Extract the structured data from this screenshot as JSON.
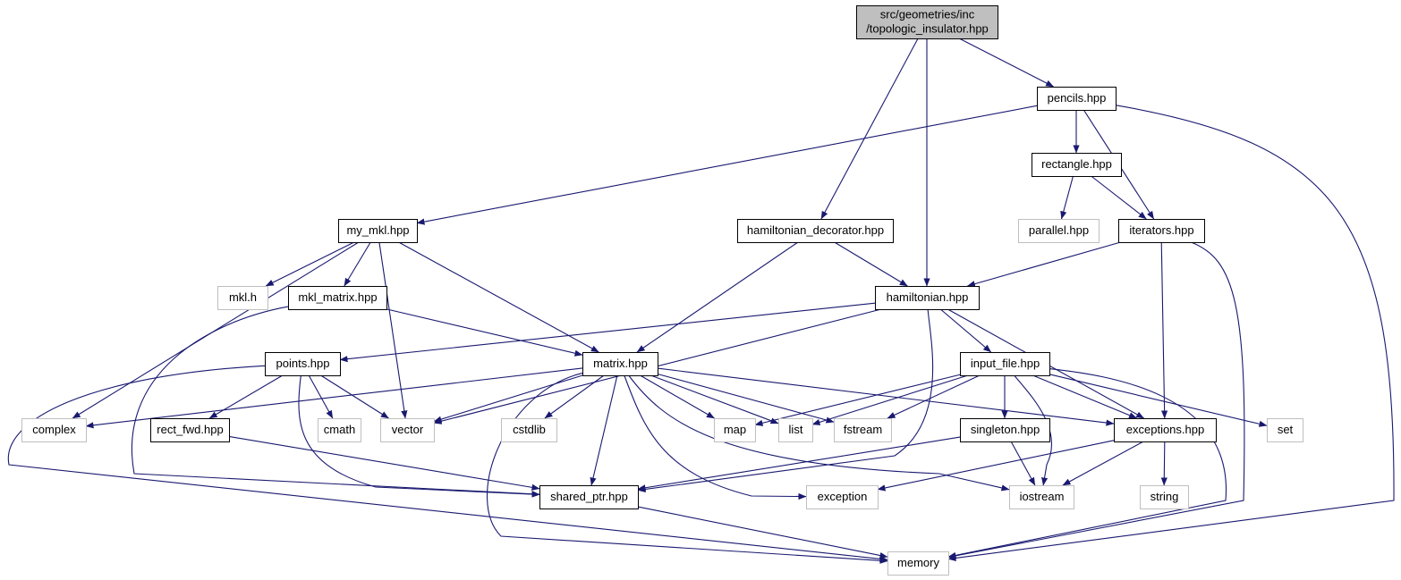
{
  "colors": {
    "edge": "#191970",
    "root_fill": "#bfbfbf",
    "border_main": "#000000",
    "border_external": "#bfbfbf",
    "text": "#000000",
    "background": "#ffffff"
  },
  "nodes": [
    {
      "id": "root",
      "lines": [
        "src/geometries/inc",
        "/topologic_insulator.hpp"
      ],
      "kind": "root"
    },
    {
      "id": "pencils",
      "lines": [
        "pencils.hpp"
      ],
      "kind": "main"
    },
    {
      "id": "rectangle",
      "lines": [
        "rectangle.hpp"
      ],
      "kind": "main"
    },
    {
      "id": "parallel",
      "lines": [
        "parallel.hpp"
      ],
      "kind": "external"
    },
    {
      "id": "iterators",
      "lines": [
        "iterators.hpp"
      ],
      "kind": "main"
    },
    {
      "id": "my_mkl",
      "lines": [
        "my_mkl.hpp"
      ],
      "kind": "main"
    },
    {
      "id": "hamdec",
      "lines": [
        "hamiltonian_decorator.hpp"
      ],
      "kind": "main"
    },
    {
      "id": "mklh",
      "lines": [
        "mkl.h"
      ],
      "kind": "external"
    },
    {
      "id": "mkl_matrix",
      "lines": [
        "mkl_matrix.hpp"
      ],
      "kind": "main"
    },
    {
      "id": "hamiltonian",
      "lines": [
        "hamiltonian.hpp"
      ],
      "kind": "main"
    },
    {
      "id": "points",
      "lines": [
        "points.hpp"
      ],
      "kind": "main"
    },
    {
      "id": "matrix",
      "lines": [
        "matrix.hpp"
      ],
      "kind": "main"
    },
    {
      "id": "input_file",
      "lines": [
        "input_file.hpp"
      ],
      "kind": "main"
    },
    {
      "id": "complex",
      "lines": [
        "complex"
      ],
      "kind": "external"
    },
    {
      "id": "rect_fwd",
      "lines": [
        "rect_fwd.hpp"
      ],
      "kind": "main"
    },
    {
      "id": "cmath",
      "lines": [
        "cmath"
      ],
      "kind": "external"
    },
    {
      "id": "vector",
      "lines": [
        "vector"
      ],
      "kind": "external"
    },
    {
      "id": "cstdlib",
      "lines": [
        "cstdlib"
      ],
      "kind": "external"
    },
    {
      "id": "map",
      "lines": [
        "map"
      ],
      "kind": "external"
    },
    {
      "id": "list",
      "lines": [
        "list"
      ],
      "kind": "external"
    },
    {
      "id": "fstream",
      "lines": [
        "fstream"
      ],
      "kind": "external"
    },
    {
      "id": "singleton",
      "lines": [
        "singleton.hpp"
      ],
      "kind": "main"
    },
    {
      "id": "exceptions",
      "lines": [
        "exceptions.hpp"
      ],
      "kind": "main"
    },
    {
      "id": "set",
      "lines": [
        "set"
      ],
      "kind": "external"
    },
    {
      "id": "shared_ptr",
      "lines": [
        "shared_ptr.hpp"
      ],
      "kind": "main"
    },
    {
      "id": "exception",
      "lines": [
        "exception"
      ],
      "kind": "external"
    },
    {
      "id": "iostream",
      "lines": [
        "iostream"
      ],
      "kind": "external"
    },
    {
      "id": "string",
      "lines": [
        "string"
      ],
      "kind": "external"
    },
    {
      "id": "memory",
      "lines": [
        "memory"
      ],
      "kind": "external"
    }
  ],
  "edges": [
    {
      "from": "root",
      "to": "pencils"
    },
    {
      "from": "root",
      "to": "hamdec"
    },
    {
      "from": "root",
      "to": "hamiltonian"
    },
    {
      "from": "pencils",
      "to": "my_mkl"
    },
    {
      "from": "pencils",
      "to": "rectangle"
    },
    {
      "from": "pencils",
      "to": "iterators"
    },
    {
      "from": "pencils",
      "to": "memory"
    },
    {
      "from": "rectangle",
      "to": "parallel"
    },
    {
      "from": "rectangle",
      "to": "iterators"
    },
    {
      "from": "iterators",
      "to": "hamiltonian"
    },
    {
      "from": "iterators",
      "to": "exceptions"
    },
    {
      "from": "iterators",
      "to": "memory"
    },
    {
      "from": "my_mkl",
      "to": "complex"
    },
    {
      "from": "my_mkl",
      "to": "mklh"
    },
    {
      "from": "my_mkl",
      "to": "mkl_matrix"
    },
    {
      "from": "my_mkl",
      "to": "vector"
    },
    {
      "from": "my_mkl",
      "to": "matrix"
    },
    {
      "from": "hamdec",
      "to": "hamiltonian"
    },
    {
      "from": "hamdec",
      "to": "matrix"
    },
    {
      "from": "mkl_matrix",
      "to": "matrix"
    },
    {
      "from": "mkl_matrix",
      "to": "shared_ptr"
    },
    {
      "from": "hamiltonian",
      "to": "points"
    },
    {
      "from": "hamiltonian",
      "to": "vector"
    },
    {
      "from": "hamiltonian",
      "to": "input_file"
    },
    {
      "from": "hamiltonian",
      "to": "exceptions"
    },
    {
      "from": "hamiltonian",
      "to": "shared_ptr"
    },
    {
      "from": "points",
      "to": "rect_fwd"
    },
    {
      "from": "points",
      "to": "cmath"
    },
    {
      "from": "points",
      "to": "vector"
    },
    {
      "from": "points",
      "to": "shared_ptr"
    },
    {
      "from": "points",
      "to": "memory"
    },
    {
      "from": "matrix",
      "to": "complex"
    },
    {
      "from": "matrix",
      "to": "vector"
    },
    {
      "from": "matrix",
      "to": "cstdlib"
    },
    {
      "from": "matrix",
      "to": "map"
    },
    {
      "from": "matrix",
      "to": "list"
    },
    {
      "from": "matrix",
      "to": "fstream"
    },
    {
      "from": "matrix",
      "to": "exceptions"
    },
    {
      "from": "matrix",
      "to": "shared_ptr"
    },
    {
      "from": "matrix",
      "to": "exception"
    },
    {
      "from": "matrix",
      "to": "iostream"
    },
    {
      "from": "matrix",
      "to": "memory"
    },
    {
      "from": "input_file",
      "to": "map"
    },
    {
      "from": "input_file",
      "to": "list"
    },
    {
      "from": "input_file",
      "to": "fstream"
    },
    {
      "from": "input_file",
      "to": "singleton"
    },
    {
      "from": "input_file",
      "to": "exceptions"
    },
    {
      "from": "input_file",
      "to": "set"
    },
    {
      "from": "input_file",
      "to": "iostream"
    },
    {
      "from": "input_file",
      "to": "memory"
    },
    {
      "from": "rect_fwd",
      "to": "shared_ptr"
    },
    {
      "from": "singleton",
      "to": "shared_ptr"
    },
    {
      "from": "singleton",
      "to": "iostream"
    },
    {
      "from": "exceptions",
      "to": "exception"
    },
    {
      "from": "exceptions",
      "to": "iostream"
    },
    {
      "from": "exceptions",
      "to": "string"
    },
    {
      "from": "shared_ptr",
      "to": "memory"
    }
  ]
}
